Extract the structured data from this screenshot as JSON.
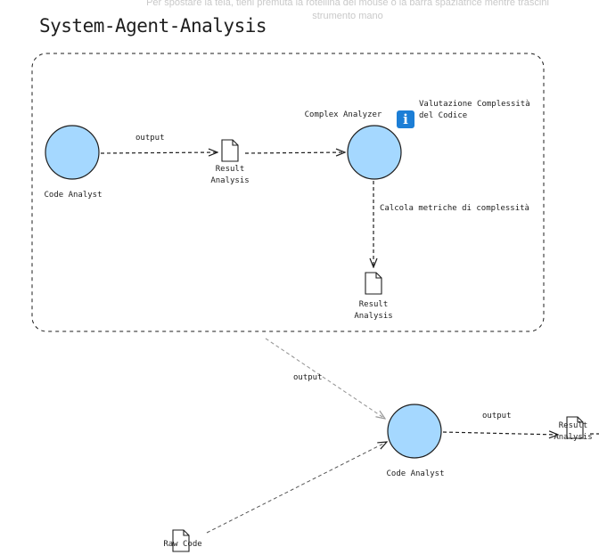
{
  "hint": {
    "line1": "Per spostare la tela, tieni premuta la rotellina del mouse o la barra spaziatrice mentre trascini",
    "line2": "strumento mano"
  },
  "title": "System-Agent-Analysis",
  "colors": {
    "node_fill": "#a5d8ff",
    "stroke": "#1e1e1e",
    "info": "#1c7ed6",
    "connector": "#999999"
  },
  "nodes": {
    "code_analyst_top": "Code Analyst",
    "complex_analyzer": "Complex Analyzer",
    "complex_note_line1": "Valutazione Complessità",
    "complex_note_line2": "del Codice",
    "result1_line1": "Result",
    "result1_line2": "Analysis",
    "result2_line1": "Result",
    "result2_line2": "Analysis",
    "code_analyst_bottom": "Code Analyst",
    "result3_line1": "Result",
    "result3_line2": "Analysis",
    "raw_code": "Raw Code"
  },
  "edges": {
    "output_top": "output",
    "calcola": "Calcola metriche di complessità",
    "output_middle": "output",
    "output_bottom": "output"
  },
  "icons": {
    "info": "info-icon",
    "document": "document-icon"
  }
}
